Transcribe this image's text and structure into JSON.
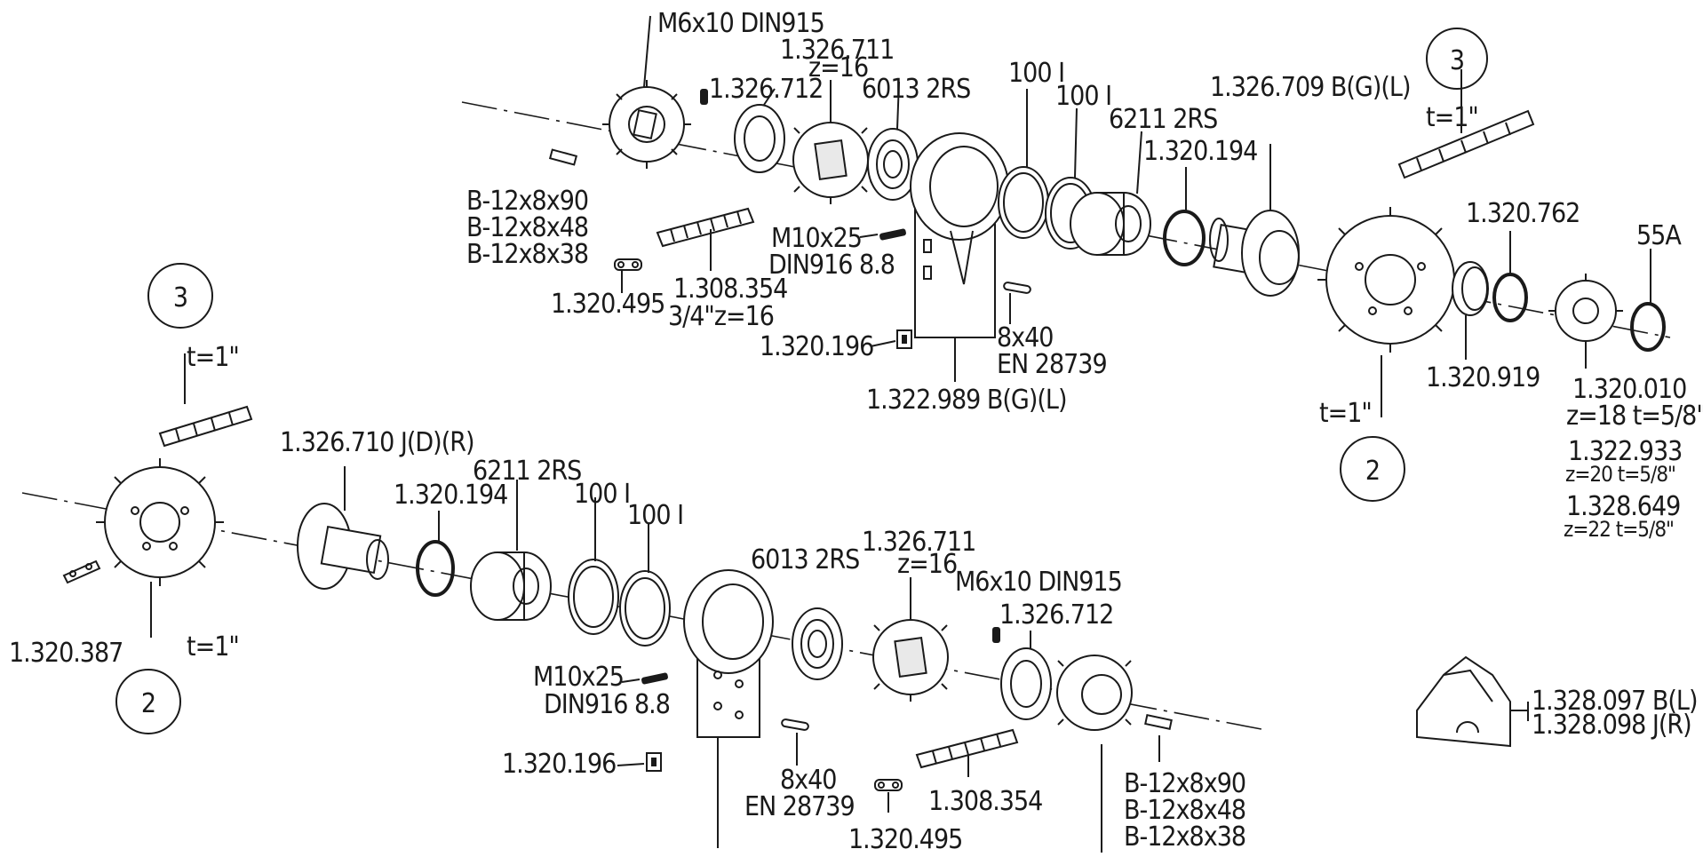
{
  "labels": {
    "top_set_screw": "M6x10 DIN915",
    "top_sprocket_part": "1.326.711",
    "top_sprocket_teeth": "z=16",
    "top_seal": "1.326.712",
    "top_bearing": "6013 2RS",
    "top_ring_a": "100 I",
    "top_ring_b": "100 I",
    "top_bearing_2": "6211 2RS",
    "top_hub": "1.326.709 B(G)(L)",
    "top_spacer": "1.320.194",
    "top_keys_1": "B-12x8x90",
    "top_keys_2": "B-12x8x48",
    "top_keys_3": "B-12x8x38",
    "top_bolt": "M10x25",
    "top_bolt_std": "DIN916 8.8",
    "top_chain": "1.308.354",
    "top_chain_spec": "3/4\"z=16",
    "top_link": "1.320.495",
    "top_nut": "1.320.196",
    "top_pin": "8x40",
    "top_pin_std": "EN 28739",
    "top_housing": "1.322.989 B(G)(L)",
    "top_right_chain_pitch": "t=1\"",
    "top_right_ring": "1.320.762",
    "top_right_circlip": "55A",
    "top_right_spacer": "1.320.919",
    "top_big_sprocket_pitch": "t=1\"",
    "sprocket_a": "1.320.010",
    "sprocket_a_spec": "z=18 t=5/8\"",
    "sprocket_b": "1.322.933",
    "sprocket_b_spec": "z=20 t=5/8\"",
    "sprocket_c": "1.328.649",
    "sprocket_c_spec": "z=22 t=5/8\"",
    "cover": "1.328.097 B(L)",
    "cover_alt": "1.328.098 J(R)",
    "left_chain_pitch": "t=1\"",
    "left_plate": "1.320.387",
    "left_sprocket_pitch": "t=1\"",
    "bottom_hub": "1.326.710 J(D)(R)",
    "bottom_bearing_2": "6211 2RS",
    "bottom_spacer": "1.320.194",
    "bottom_ring_a": "100 I",
    "bottom_ring_b": "100 I",
    "bottom_bearing": "6013 2RS",
    "bottom_sprocket_part": "1.326.711",
    "bottom_sprocket_teeth": "z=16",
    "bottom_set_screw": "M6x10 DIN915",
    "bottom_seal": "1.326.712",
    "bottom_bolt": "M10x25",
    "bottom_bolt_std": "DIN916 8.8",
    "bottom_nut": "1.320.196",
    "bottom_pin": "8x40",
    "bottom_pin_std": "EN 28739",
    "bottom_link": "1.320.495",
    "bottom_chain": "1.308.354",
    "bottom_keys_1": "B-12x8x90",
    "bottom_keys_2": "B-12x8x48",
    "bottom_keys_3": "B-12x8x38"
  },
  "callouts": {
    "top_right_3": "3",
    "top_right_2": "2",
    "left_3": "3",
    "left_2": "2"
  }
}
